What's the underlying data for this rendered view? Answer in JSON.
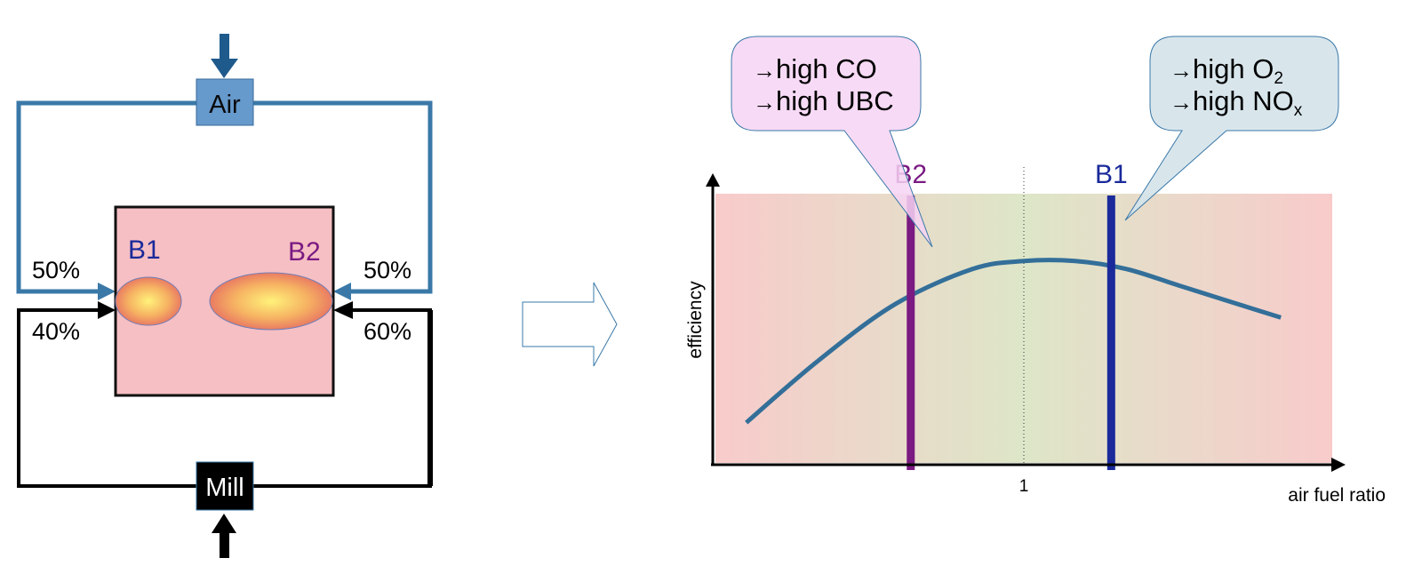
{
  "left_diagram": {
    "air_label": "Air",
    "mill_label": "Mill",
    "burner_1_label": "B1",
    "burner_2_label": "B2",
    "air_split_left": "50%",
    "air_split_right": "50%",
    "fuel_split_left": "40%",
    "fuel_split_right": "60%",
    "colors": {
      "air_line": "#3a78a8",
      "air_box": "#6699cc",
      "air_arrow": "#1f5a8c",
      "mill_box": "#000000",
      "furnace_fill": "#f6bfc4",
      "b1_label": "#1a2a9a",
      "b2_label": "#7a1a82"
    }
  },
  "callouts": {
    "left": {
      "arrow": "→",
      "line1": "high CO",
      "line2": "high UBC",
      "fill": "#f6d3f3"
    },
    "right": {
      "arrow": "→",
      "line1_main": "high O",
      "line1_sub": "2",
      "line2_main": "high NO",
      "line2_sub": "x",
      "fill": "#d4e3ea"
    }
  },
  "chart_data": {
    "type": "line",
    "xlabel": "air fuel ratio",
    "ylabel": "efficiency",
    "x_ticks": [
      1
    ],
    "x_tick_labels": [
      "1"
    ],
    "xlim": [
      0.4,
      1.6
    ],
    "ylim": [
      0,
      1
    ],
    "series": [
      {
        "x": [
          0.46,
          0.6,
          0.75,
          0.9,
          1.0,
          1.1,
          1.2,
          1.3,
          1.4,
          1.5
        ],
        "y": [
          0.15,
          0.38,
          0.59,
          0.72,
          0.75,
          0.75,
          0.72,
          0.66,
          0.6,
          0.54
        ],
        "color": "#336f99"
      }
    ],
    "markers": [
      {
        "label": "B2",
        "x": 0.78,
        "color": "#7a1a82"
      },
      {
        "label": "B1",
        "x": 1.17,
        "color": "#1a2a9a"
      }
    ],
    "reference_line_x": 1,
    "background_gradient": [
      "#f8cbcb",
      "#dde6c8",
      "#f8cbcb"
    ]
  }
}
